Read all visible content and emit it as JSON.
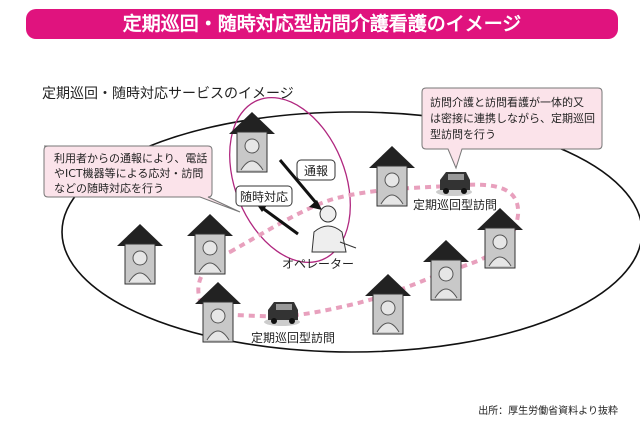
{
  "title": "定期巡回・随時対応型訪問介護看護のイメージ",
  "subtitle": "定期巡回・随時対応サービスのイメージ",
  "callout_left": [
    "利用者からの通報により、電話",
    "やICT機器等による応対・訪問",
    "などの随時対応を行う"
  ],
  "callout_right": [
    "訪問介護と訪問看護が一体的又",
    "は密接に連携しながら、定期巡回",
    "型訪問を行う"
  ],
  "label_report": "通報",
  "label_response": "随時対応",
  "label_operator": "オペレーター",
  "label_visit_top": "定期巡回型訪問",
  "label_visit_bottom": "定期巡回型訪問",
  "source": "出所：厚生労働省資料より抜粋",
  "colors": {
    "accent": "#e0137e",
    "callout_bg": "#fbe3ea",
    "route": "#e8a0bd"
  }
}
